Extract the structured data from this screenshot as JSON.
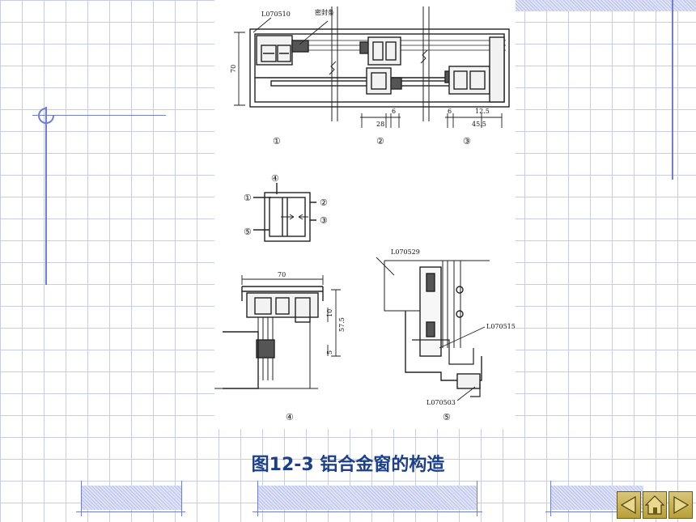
{
  "caption": "图12-3  铝合金窗的构造",
  "diagram": {
    "profile_L070510": "L070510",
    "seal_strip": "密封条",
    "dim_70_top": "70",
    "dim_6a": "6",
    "dim_28": "28",
    "dim_6b": "6",
    "dim_12_5": "12.5",
    "dim_45_5": "45.5",
    "view_1": "①",
    "view_2": "②",
    "view_3": "③",
    "marker_1": "①",
    "marker_2": "②",
    "marker_3": "③",
    "marker_4": "④",
    "marker_5": "⑤",
    "dim_70_bottom": "70",
    "dim_10": "10",
    "dim_57_5": "57.5",
    "dim_5": "5",
    "view_4": "④",
    "profile_L070529": "L070529",
    "profile_L070515": "L070515",
    "profile_L070503": "L070503",
    "view_5": "⑤"
  },
  "nav": {
    "prev_icon": "left-arrow-icon",
    "home_icon": "home-icon",
    "next_icon": "right-arrow-icon"
  }
}
